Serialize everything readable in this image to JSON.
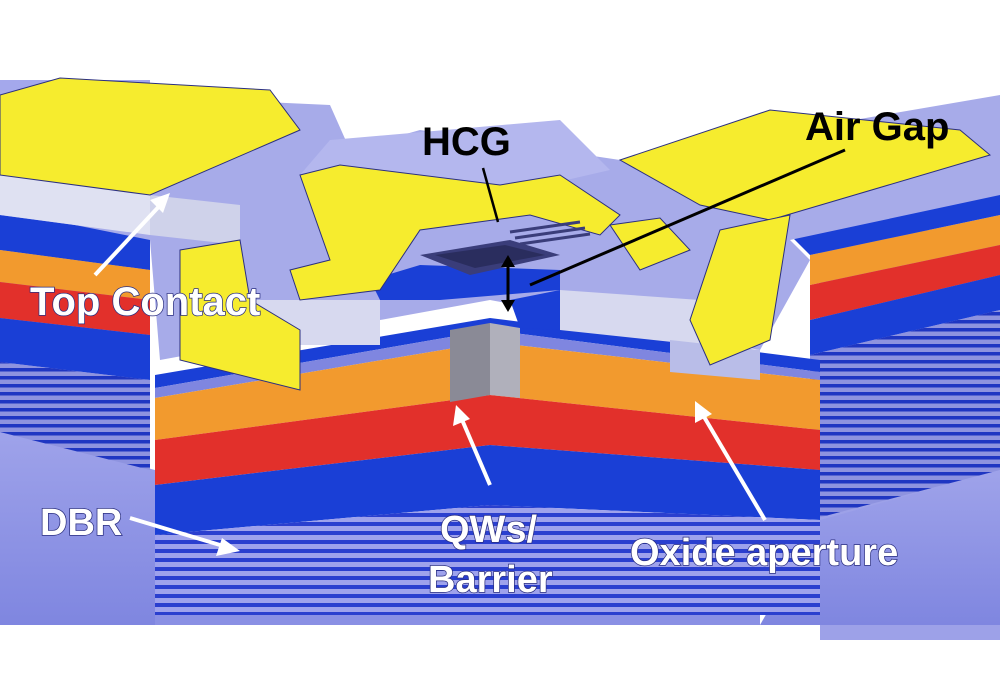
{
  "labels": {
    "hcg": "HCG",
    "air_gap": "Air Gap",
    "top_contact": "Top Contact",
    "dbr": "DBR",
    "qws_line1": "QWs/",
    "qws_line2": "Barrier",
    "oxide_aperture": "Oxide aperture"
  },
  "colors": {
    "gold_contact": "#f6ec2e",
    "substrate": "#9da1e8",
    "dbr_blue": "#1a3fd6",
    "oxide_orange": "#f29a2e",
    "active_red": "#e2302b",
    "label_white": "#ffffff",
    "label_black": "#000000"
  }
}
